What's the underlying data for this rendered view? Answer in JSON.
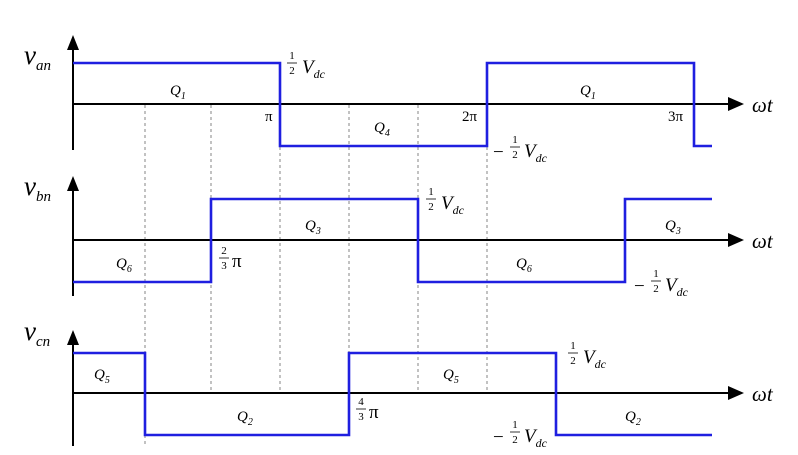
{
  "diagram": {
    "axis_x_label": "ωt",
    "panels": [
      {
        "id": "a",
        "var": "v",
        "sub": "an",
        "levels": [
          1,
          -1,
          1,
          -1
        ],
        "segment_labels": [
          {
            "text": "Q",
            "sub": "1"
          },
          {
            "text": "Q",
            "sub": "4"
          },
          {
            "text": "Q",
            "sub": "1"
          }
        ],
        "pos_annotation": {
          "num": "1",
          "den": "2",
          "v": "V",
          "vsub": "dc"
        },
        "neg_annotation": {
          "sign": "−",
          "num": "1",
          "den": "2",
          "v": "V",
          "vsub": "dc"
        },
        "tick_labels": [
          "π",
          "2π",
          "3π"
        ]
      },
      {
        "id": "b",
        "var": "v",
        "sub": "bn",
        "segment_labels": [
          {
            "text": "Q",
            "sub": "6"
          },
          {
            "text": "Q",
            "sub": "3"
          },
          {
            "text": "Q",
            "sub": "6"
          },
          {
            "text": "Q",
            "sub": "3"
          }
        ],
        "pos_annotation": {
          "num": "1",
          "den": "2",
          "v": "V",
          "vsub": "dc"
        },
        "neg_annotation": {
          "sign": "−",
          "num": "1",
          "den": "2",
          "v": "V",
          "vsub": "dc"
        },
        "phase_label": {
          "num": "2",
          "den": "3",
          "sym": "π"
        }
      },
      {
        "id": "c",
        "var": "v",
        "sub": "cn",
        "segment_labels": [
          {
            "text": "Q",
            "sub": "5"
          },
          {
            "text": "Q",
            "sub": "2"
          },
          {
            "text": "Q",
            "sub": "5"
          },
          {
            "text": "Q",
            "sub": "2"
          }
        ],
        "pos_annotation": {
          "num": "1",
          "den": "2",
          "v": "V",
          "vsub": "dc"
        },
        "neg_annotation": {
          "sign": "−",
          "num": "1",
          "den": "2",
          "v": "V",
          "vsub": "dc"
        },
        "phase_label": {
          "num": "4",
          "den": "3",
          "sym": "π"
        }
      }
    ],
    "colors": {
      "waveform": "#1f1fe0",
      "axis": "#000000",
      "guide": "#666666"
    }
  }
}
